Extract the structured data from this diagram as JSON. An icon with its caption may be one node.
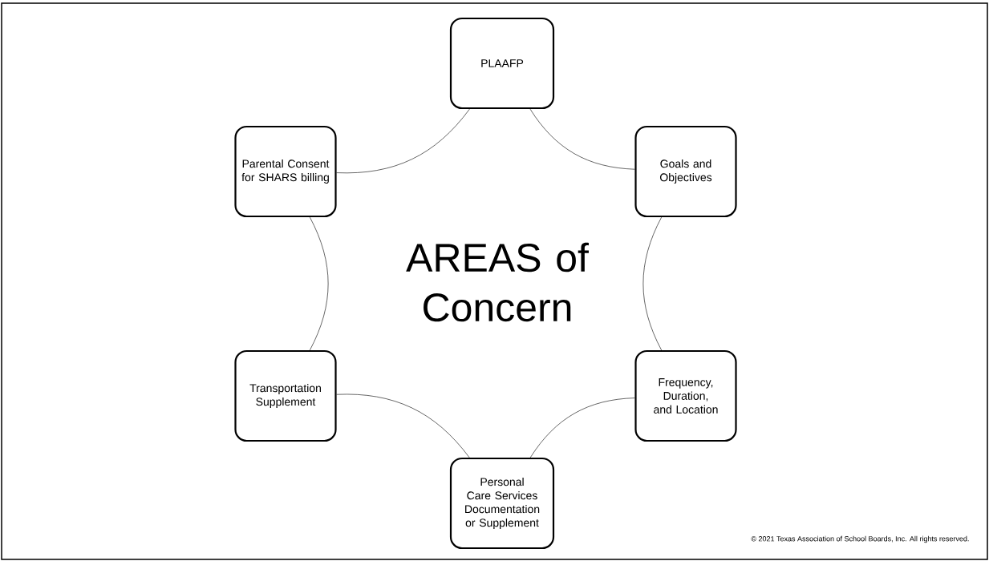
{
  "diagram": {
    "nodes": [
      {
        "text": [
          "PLAAFP"
        ]
      },
      {
        "text": [
          "Goals and Objectives"
        ]
      },
      {
        "text": [
          "Frequency, Duration, and Location"
        ]
      },
      {
        "text": [
          "Personal Care Services Documentation or Supplement"
        ]
      },
      {
        "text": [
          "Transportation Supplement"
        ]
      },
      {
        "text": [
          "Parental Consent for SHARS billing"
        ]
      }
    ],
    "edges": [
      {
        "from": 0,
        "to": 1,
        "arrow": "none"
      },
      {
        "from": 1,
        "to": 2,
        "arrow": "none"
      },
      {
        "from": 2,
        "to": 3,
        "arrow": "none"
      },
      {
        "from": 3,
        "to": 4,
        "arrow": "none"
      },
      {
        "from": 4,
        "to": 5,
        "arrow": "none"
      },
      {
        "from": 5,
        "to": 0,
        "arrow": "none"
      }
    ],
    "labels": [
      "AREAS of Concern",
      "© 2021 Texas Association of School Boards, Inc. All rights reserved."
    ]
  }
}
